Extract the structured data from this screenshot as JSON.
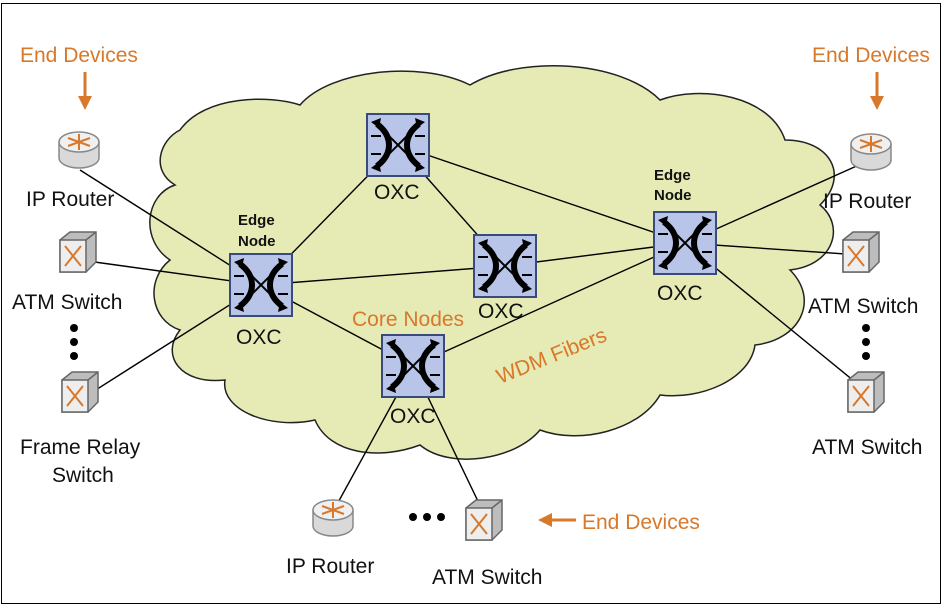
{
  "colors": {
    "cloud_fill": "#e6ebb6",
    "accent_orange": "#d8782b",
    "oxc_fill": "#b9c5e8",
    "oxc_stroke": "#3a4a7c"
  },
  "labels": {
    "end_devices_left": "End Devices",
    "end_devices_right": "End Devices",
    "end_devices_bottom": "End Devices",
    "core_nodes": "Core Nodes",
    "wdm_fibers": "WDM Fibers",
    "edge_node_line1": "Edge",
    "edge_node_line2": "Node",
    "oxc": "OXC"
  },
  "devices": {
    "left_router": "IP Router",
    "left_atm": "ATM Switch",
    "left_frame_relay_1": "Frame Relay",
    "left_frame_relay_2": "Switch",
    "right_router": "IP Router",
    "right_atm_1": "ATM Switch",
    "right_atm_2": "ATM Switch",
    "bottom_router": "IP Router",
    "bottom_atm": "ATM Switch"
  },
  "icons": [
    "oxc-switch-icon",
    "ip-router-icon",
    "atm-switch-icon",
    "arrow-icon",
    "ellipsis-dots-icon"
  ]
}
